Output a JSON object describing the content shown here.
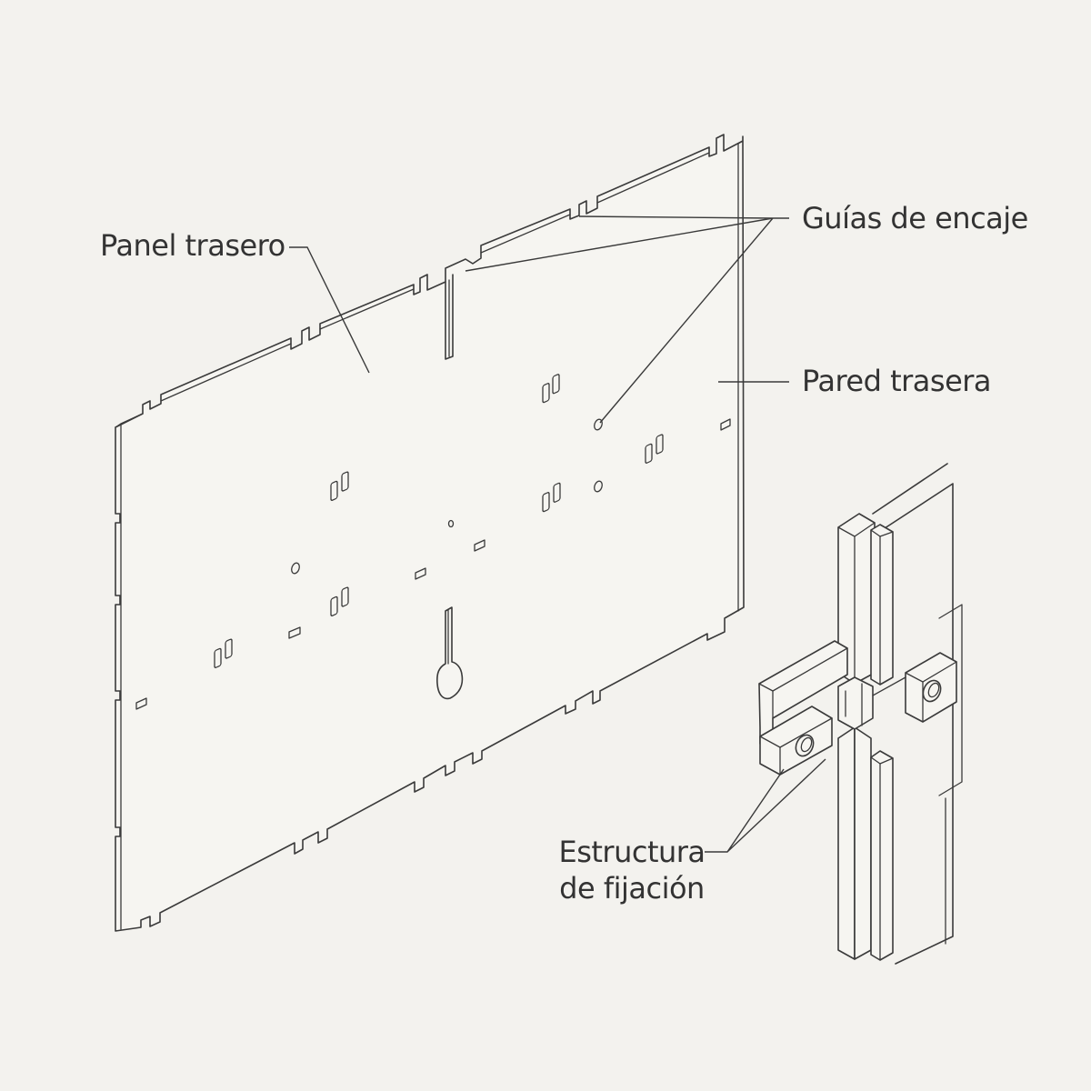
{
  "labels": {
    "panel_trasero": "Panel trasero",
    "guias_de_encaje": "Guías de encaje",
    "pared_trasera": "Pared trasera",
    "estructura_line1": "Estructura",
    "estructura_line2": "de fijación"
  },
  "colors": {
    "background": "#f3f2ee",
    "line": "#3a3a3a",
    "text": "#333333"
  }
}
